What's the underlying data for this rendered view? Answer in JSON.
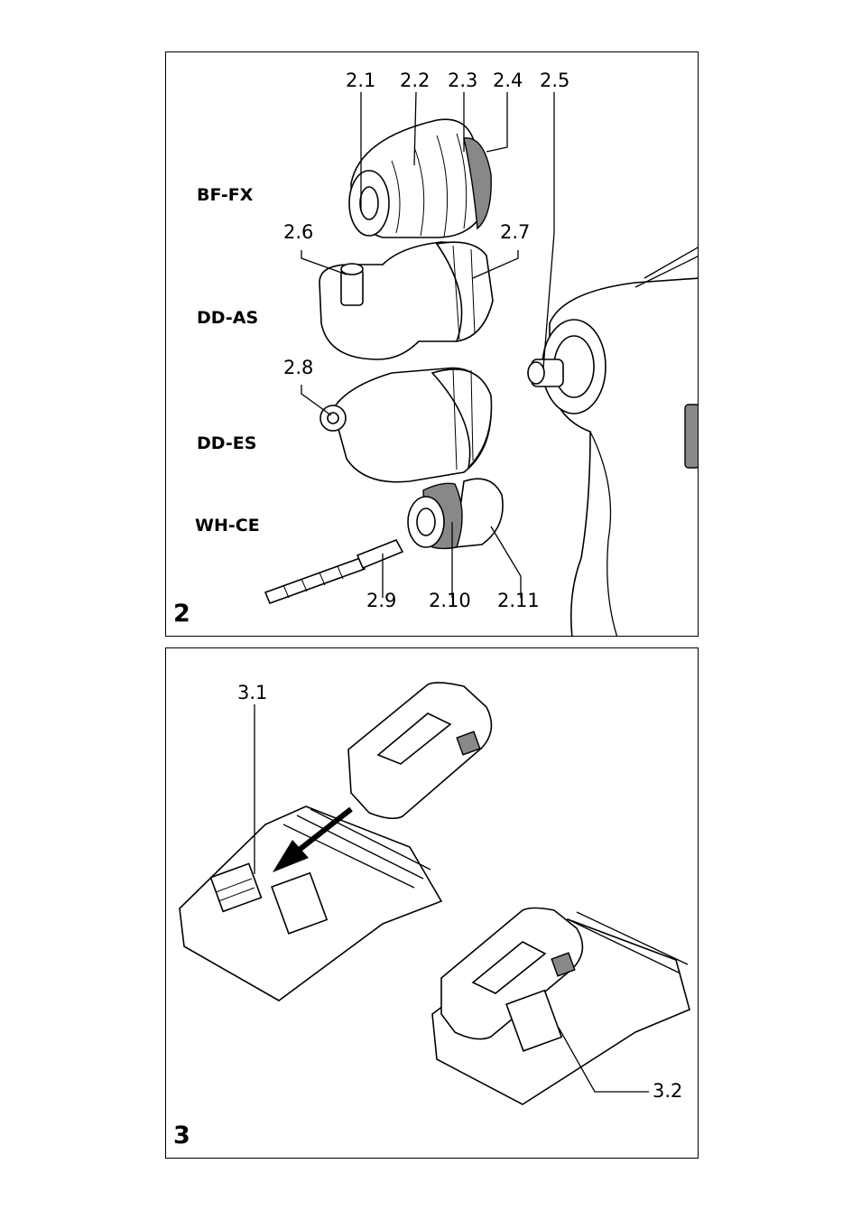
{
  "figure2": {
    "number": "2",
    "models": [
      "BF-FX",
      "DD-AS",
      "DD-ES",
      "WH-CE"
    ],
    "callouts": {
      "c2_1": "2.1",
      "c2_2": "2.2",
      "c2_3": "2.3",
      "c2_4": "2.4",
      "c2_5": "2.5",
      "c2_6": "2.6",
      "c2_7": "2.7",
      "c2_8": "2.8",
      "c2_9": "2.9",
      "c2_10": "2.10",
      "c2_11": "2.11"
    }
  },
  "figure3": {
    "number": "3",
    "callouts": {
      "c3_1": "3.1",
      "c3_2": "3.2"
    }
  }
}
